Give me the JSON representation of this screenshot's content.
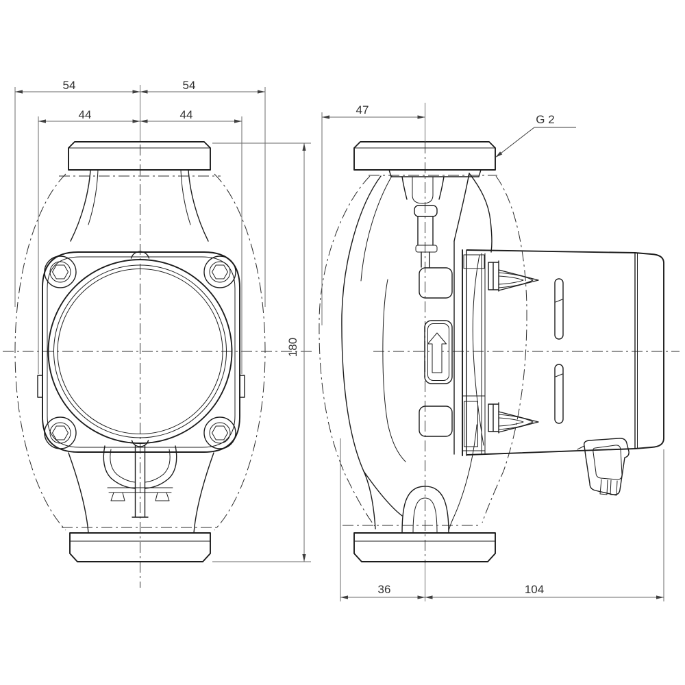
{
  "page": {
    "background": "#ffffff"
  },
  "drawing": {
    "kind": "dimensional-outline-drawing",
    "subject": "circulator pump, front view and side view with dimensions",
    "line_color": "#1c1c1c",
    "dimension_line_color": "#6a6a6a",
    "text_color": "#333333",
    "labels": {
      "front": {
        "width_left_half": "54",
        "width_right_half": "54",
        "flange_left_half": "44",
        "flange_right_half": "44",
        "port_to_port": "180"
      },
      "side": {
        "depth_front": "47",
        "thread": "G 2",
        "center_to_front": "36",
        "center_to_rear": "104"
      }
    }
  }
}
